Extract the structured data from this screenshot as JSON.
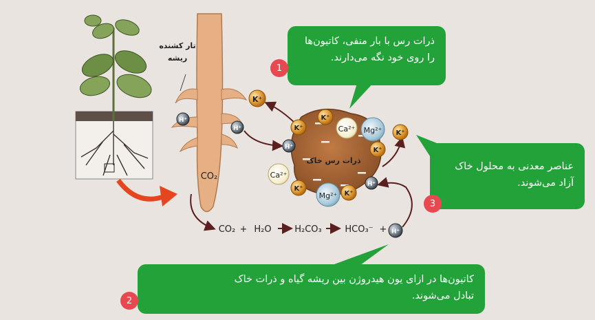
{
  "labels": {
    "root_hair_line1": "تار کشنده",
    "root_hair_line2": "ریشه",
    "clay_particle": "ذرات رس خاک",
    "co2": "CO₂"
  },
  "equation": {
    "co2": "CO₂",
    "plus1": "+",
    "h2o": "H₂O",
    "h2co3": "H₂CO₃",
    "hco3": "HCO₃⁻",
    "plus2": "+",
    "h_ion": "H⁺"
  },
  "ions": {
    "k": "K⁺",
    "h": "H⁺",
    "ca": "Ca²⁺",
    "mg": "Mg²⁺",
    "minus": "−"
  },
  "callouts": [
    {
      "number": "1",
      "line1": "ذرات رس با بار منفی، کاتیون‌ها",
      "line2": "را روی خود نگه می‌دارند."
    },
    {
      "number": "2",
      "line1": "کاتیون‌ها در ازای یون هیدروژن بین ریشه گیاه و ذرات خاک",
      "line2": "تبادل می‌شوند."
    },
    {
      "number": "3",
      "line1": "عناصر معدنی به محلول خاک",
      "line2": "آزاد می‌شوند."
    }
  ],
  "colors": {
    "callout_green": "#23a23a",
    "badge_red": "#e8484f",
    "root_orange": "#e7b084",
    "clay_brown": "#a0663a",
    "potassium_orange": "#d98b1e",
    "arrow_dark": "#5a1f1f",
    "big_arrow_red": "#e5461f"
  }
}
